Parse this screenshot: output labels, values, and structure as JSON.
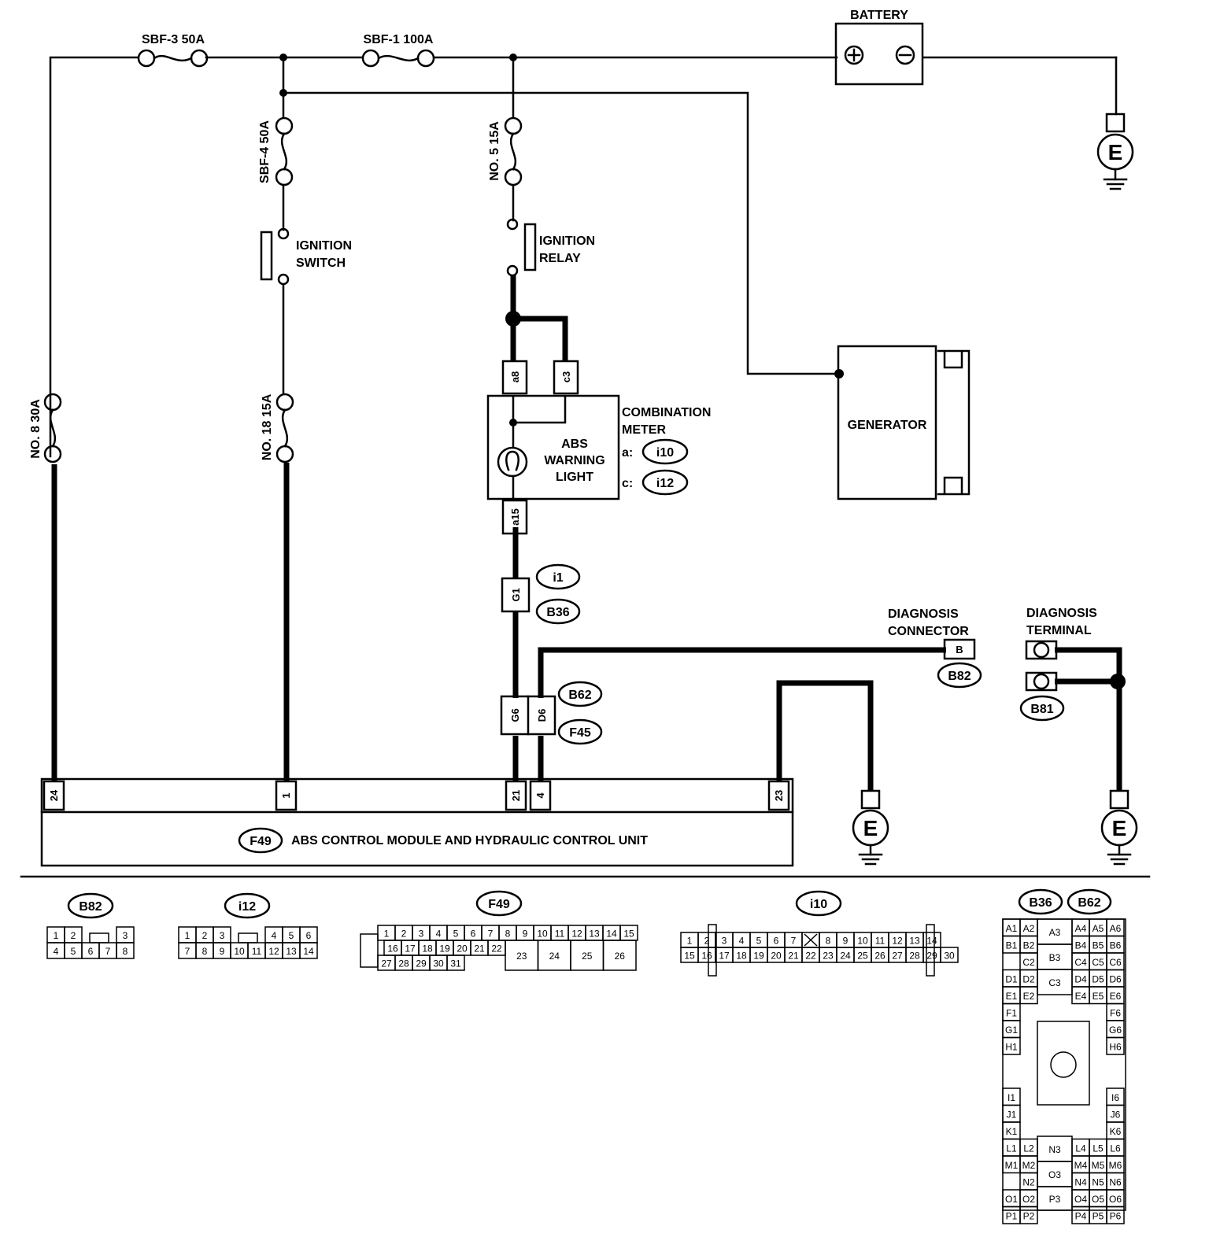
{
  "components": {
    "battery": "BATTERY",
    "generator": "GENERATOR",
    "ignition_switch": [
      "IGNITION",
      "SWITCH"
    ],
    "ignition_relay": [
      "IGNITION",
      "RELAY"
    ],
    "combination_meter": [
      "COMBINATION",
      "METER"
    ],
    "abs_warning_light": [
      "ABS",
      "WARNING",
      "LIGHT"
    ],
    "diagnosis_connector": [
      "DIAGNOSIS",
      "CONNECTOR"
    ],
    "diagnosis_terminal": [
      "DIAGNOSIS",
      "TERMINAL"
    ],
    "abs_module": "ABS CONTROL MODULE AND HYDRAULIC CONTROL UNIT",
    "ground": "E"
  },
  "fuses": {
    "sbf3": "SBF-3 50A",
    "sbf1": "SBF-1 100A",
    "sbf4": "SBF-4 50A",
    "no5": "NO. 5 15A",
    "no8": "NO. 8 30A",
    "no18": "NO. 18 15A"
  },
  "meter_connectors": {
    "a_prefix": "a:",
    "a_id": "i10",
    "c_prefix": "c:",
    "c_id": "i12"
  },
  "connector_ids": {
    "i1": "i1",
    "b36": "B36",
    "b62": "B62",
    "f45": "F45",
    "b82": "B82",
    "b81": "B81",
    "f49": "F49"
  },
  "terminals": {
    "a8": "a8",
    "c3": "c3",
    "a15": "a15",
    "g1": "G1",
    "g6": "G6",
    "d6": "D6",
    "diag_b": "B",
    "m24": "24",
    "m1": "1",
    "m21": "21",
    "m4": "4",
    "m23": "23"
  },
  "connector_faces": {
    "b82": {
      "row1": [
        "1",
        "2",
        "3"
      ],
      "row2": [
        "4",
        "5",
        "6",
        "7",
        "8"
      ]
    },
    "i12": {
      "row1": [
        "1",
        "2",
        "3",
        "4",
        "5",
        "6"
      ],
      "row2": [
        "7",
        "8",
        "9",
        "10",
        "11",
        "12",
        "13",
        "14"
      ]
    },
    "f49": {
      "row1": [
        "1",
        "2",
        "3",
        "4",
        "5",
        "6",
        "7",
        "8",
        "9",
        "10",
        "11",
        "12",
        "13",
        "14",
        "15"
      ],
      "row2": [
        "16",
        "17",
        "18",
        "19",
        "20",
        "21",
        "22"
      ],
      "row2_big": [
        "23",
        "24",
        "25",
        "26"
      ],
      "row3": [
        "27",
        "28",
        "29",
        "30",
        "31"
      ]
    },
    "i10": {
      "row1a": [
        "1",
        "2",
        "3",
        "4",
        "5",
        "6",
        "7"
      ],
      "row1b": [
        "8",
        "9",
        "10",
        "11",
        "12",
        "13",
        "14"
      ],
      "row2": [
        "15",
        "16",
        "17",
        "18",
        "19",
        "20",
        "21",
        "22",
        "23",
        "24",
        "25",
        "26",
        "27",
        "28",
        "29",
        "30"
      ]
    },
    "b36_b62": {
      "left": [
        "A1",
        "A2",
        "B1",
        "B2",
        "C2",
        "D1",
        "D2",
        "E1",
        "E2",
        "F1",
        "G1",
        "H1",
        "I1",
        "J1",
        "K1",
        "L1",
        "L2",
        "M1",
        "M2",
        "N2",
        "O1",
        "O2",
        "P1",
        "P2"
      ],
      "mid": [
        "A3",
        "B3",
        "C3",
        "N3",
        "O3",
        "P3"
      ],
      "right": [
        "A4",
        "A5",
        "A6",
        "B4",
        "B5",
        "B6",
        "C4",
        "C5",
        "C6",
        "D4",
        "D5",
        "D6",
        "E4",
        "E5",
        "E6",
        "F6",
        "G6",
        "H6",
        "I6",
        "J6",
        "K6",
        "L4",
        "L5",
        "L6",
        "M4",
        "M5",
        "M6",
        "N4",
        "N5",
        "N6",
        "O4",
        "O5",
        "O6",
        "P4",
        "P5",
        "P6"
      ]
    }
  }
}
